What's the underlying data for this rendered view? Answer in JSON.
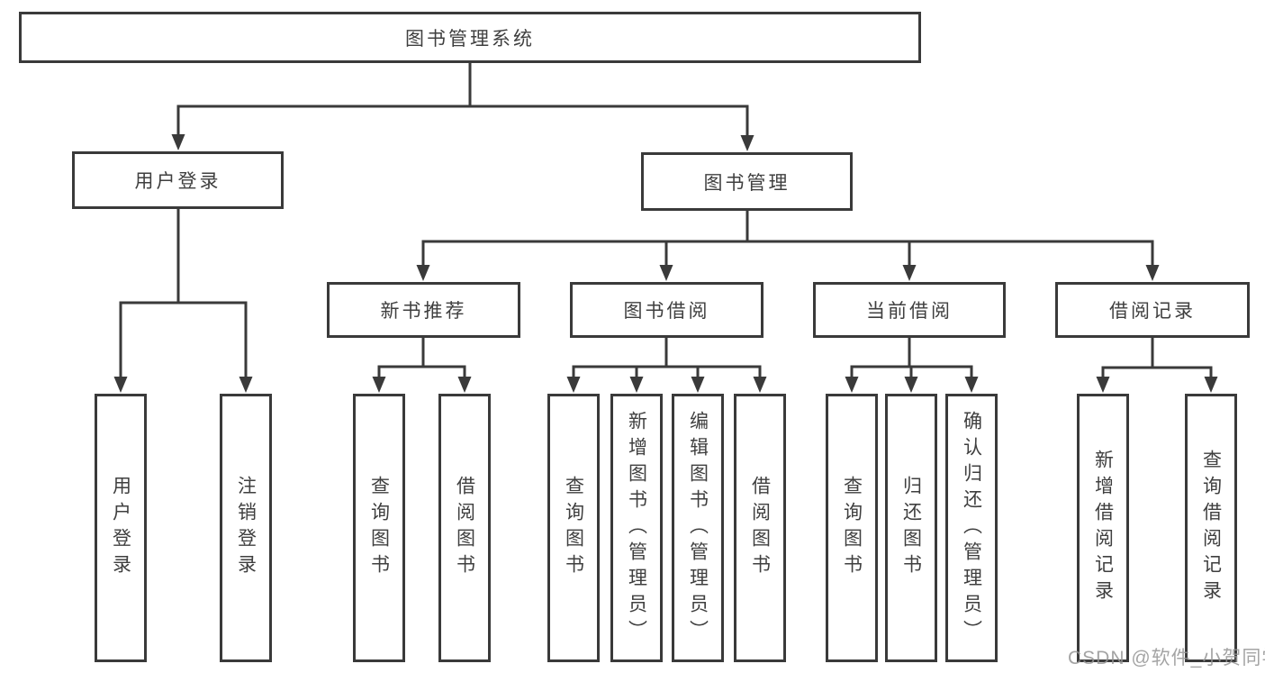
{
  "root": {
    "label": "图书管理系统"
  },
  "level2": {
    "user_login": {
      "label": "用户登录"
    },
    "book_mgmt": {
      "label": "图书管理"
    }
  },
  "level3": {
    "new_book_rec": {
      "label": "新书推荐"
    },
    "book_borrow": {
      "label": "图书借阅"
    },
    "current_borrow": {
      "label": "当前借阅"
    },
    "borrow_records": {
      "label": "借阅记录"
    }
  },
  "leaves": {
    "user_login": {
      "login": {
        "label": "用户登录"
      },
      "logout": {
        "label": "注销登录"
      }
    },
    "new_book_rec": {
      "query": {
        "label": "查询图书"
      },
      "borrow": {
        "label": "借阅图书"
      }
    },
    "book_borrow": {
      "query": {
        "label": "查询图书"
      },
      "add": {
        "label": "新增图书（管理员）"
      },
      "edit": {
        "label": "编辑图书（管理员）"
      },
      "borrow": {
        "label": "借阅图书"
      }
    },
    "current_borrow": {
      "query": {
        "label": "查询图书"
      },
      "return": {
        "label": "归还图书"
      },
      "confirm": {
        "label": "确认归还（管理员）"
      }
    },
    "borrow_records": {
      "add": {
        "label": "新增借阅记录"
      },
      "query": {
        "label": "查询借阅记录"
      }
    }
  },
  "watermark": {
    "text": "CSDN @软件_小贺同学"
  },
  "colors": {
    "line": "#3a3a3a",
    "text": "#3f3f3f",
    "background": "#ffffff",
    "watermark": "#949494"
  }
}
